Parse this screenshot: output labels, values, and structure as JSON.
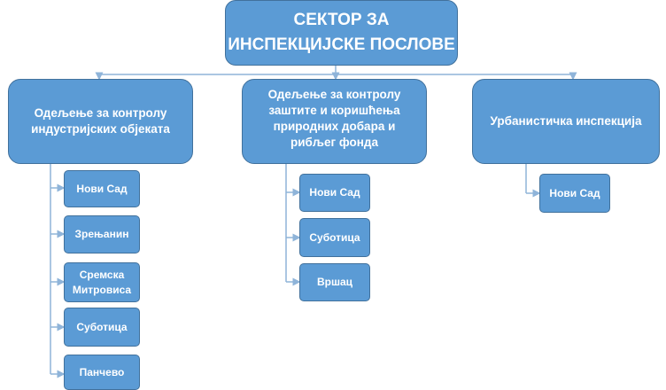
{
  "root": {
    "line1": "СЕКТОР ЗА",
    "line2": "ИНСПЕКЦИЈСКЕ ПОСЛОВЕ"
  },
  "departments": [
    {
      "label": "Одељење за контролу индустријских објеката",
      "units": [
        "Нови Сад",
        "Зрењанин",
        "Сремска Митровиса",
        "Суботица",
        "Панчево"
      ]
    },
    {
      "label": "Одељење за контролу заштите и коришћења природних добара и рибљег фонда",
      "units": [
        "Нови Сад",
        "Суботица",
        "Вршац"
      ]
    },
    {
      "label": "Урбанистичка инспекција",
      "units": [
        "Нови Сад"
      ]
    }
  ],
  "colors": {
    "box_fill": "#5b9bd5",
    "box_border": "#41719c",
    "connector": "#8fb4d9",
    "text": "#ffffff"
  }
}
